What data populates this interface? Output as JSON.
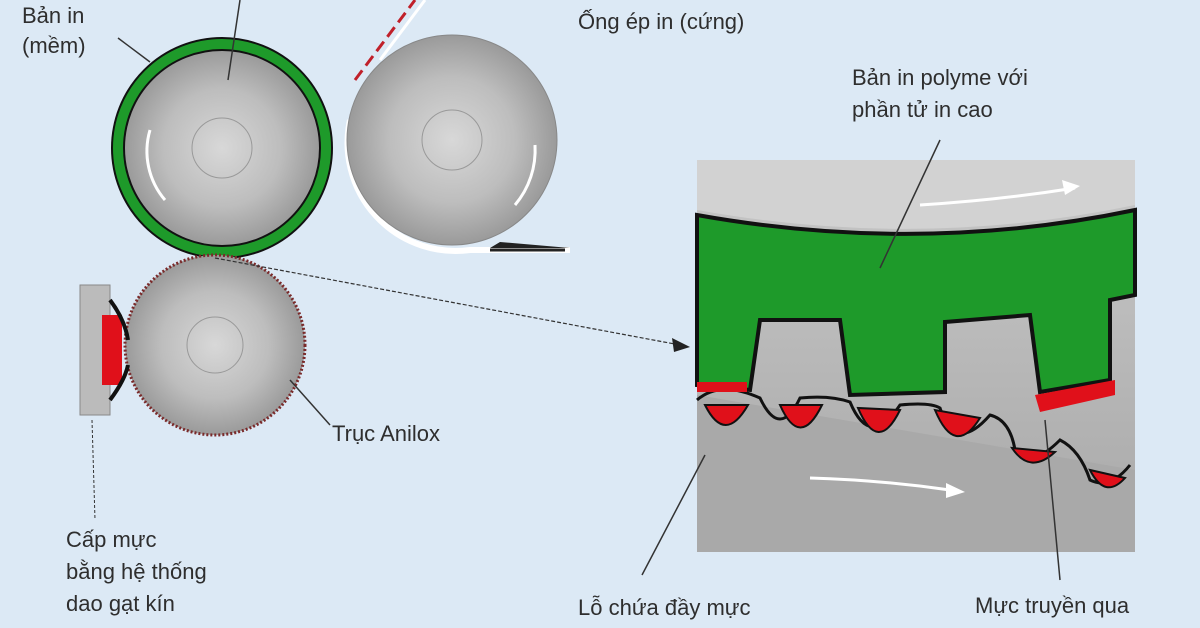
{
  "labels": {
    "plate_line1": "Bản in",
    "plate_line2": "(mềm)",
    "impression": "Ống ép in (cứng)",
    "polymer_line1": "Bản in polyme với",
    "polymer_line2": "phần tử in cao",
    "anilox": "Trục Anilox",
    "supply_line1": "Cấp mực",
    "supply_line2": "bằng hệ thống",
    "supply_line3": "dao gạt kín",
    "cells": "Lỗ chứa đầy mực",
    "transfer": "Mực truyền qua"
  },
  "colors": {
    "background": "#dce9f5",
    "plate": "#1e9a2a",
    "ink": "#e0101a",
    "metal": "#b9b9b9"
  }
}
